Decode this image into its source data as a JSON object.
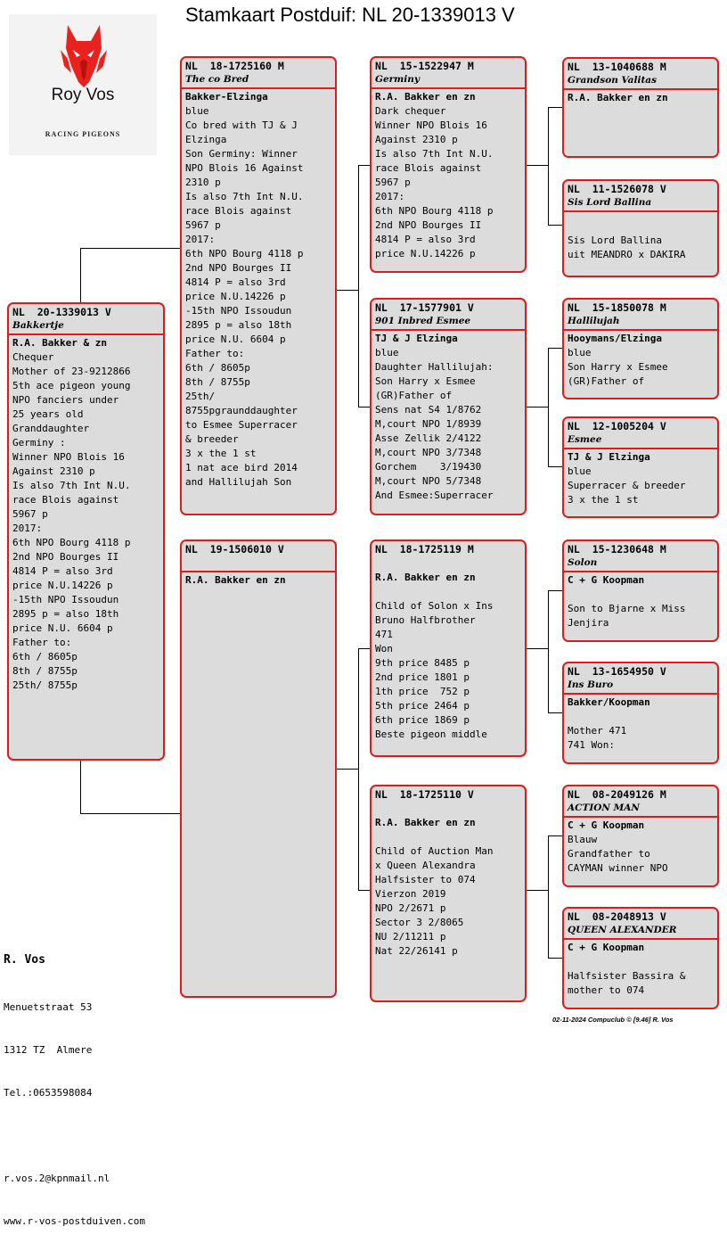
{
  "title": "Stamkaart Postduif: NL  20-1339013 V",
  "logo": {
    "name": "Roy Vos",
    "subtitle": "RACING PIGEONS"
  },
  "pigeons": {
    "main": {
      "ring": "NL  20-1339013 V",
      "name": "Bakkertje",
      "breeder": "R.A. Bakker & zn",
      "description": "Chequer\nMother of 23-9212866\n5th ace pigeon young\nNPO fanciers under\n25 years old\nGranddaughter\nGerminy :\nWinner NPO Blois 16\nAgainst 2310 p\nIs also 7th Int N.U.\nrace Blois against\n5967 p\n2017:\n6th NPO Bourg 4118 p\n2nd NPO Bourges II\n4814 P = also 3rd\nprice N.U.14226 p\n-15th NPO Issoudun\n2895 p = also 18th\nprice N.U. 6604 p\nFather to:\n6th / 8605p\n8th / 8755p\n25th/ 8755p"
    },
    "father": {
      "ring": "NL  18-1725160 M",
      "name": "The co Bred",
      "breeder": "Bakker-Elzinga",
      "description": "blue\nCo bred with TJ & J\nElzinga\nSon Germiny: Winner\nNPO Blois 16 Against\n2310 p\nIs also 7th Int N.U.\nrace Blois against\n5967 p\n2017:\n6th NPO Bourg 4118 p\n2nd NPO Bourges II\n4814 P = also 3rd\nprice N.U.14226 p\n-15th NPO Issoudun\n2895 p = also 18th\nprice N.U. 6604 p\nFather to:\n6th / 8605p\n8th / 8755p\n25th/\n8755pgraunddaughter\nto Esmee Superracer\n& breeder\n3 x the 1 st\n1 nat ace bird 2014\nand Hallilujah Son"
    },
    "mother": {
      "ring": "NL  19-1506010 V",
      "name": "",
      "breeder": "R.A. Bakker en zn",
      "description": ""
    },
    "ff": {
      "ring": "NL  15-1522947 M",
      "name": "Germiny",
      "breeder": "R.A. Bakker en zn",
      "description": "Dark chequer\nWinner NPO Blois 16\nAgainst 2310 p\nIs also 7th Int N.U.\nrace Blois against\n5967 p\n2017:\n6th NPO Bourg 4118 p\n2nd NPO Bourges II\n4814 P = also 3rd\nprice N.U.14226 p"
    },
    "fm": {
      "ring": "NL  17-1577901 V",
      "name": "901 Inbred Esmee",
      "breeder": "TJ & J Elzinga",
      "description": "blue\nDaughter Hallilujah:\nSon Harry x Esmee\n(GR)Father of\nSens nat S4 1/8762\nM,court NPO 1/8939\nAsse Zellik 2/4122\nM,court NPO 3/7348\nGorchem    3/19430\nM,court NPO 5/7348\nAnd Esmee:Superracer"
    },
    "mf": {
      "ring": "NL  18-1725119 M",
      "name": "",
      "breeder": "R.A. Bakker en zn",
      "description": "\nChild of Solon x Ins\nBruno Halfbrother\n471\nWon\n9th price 8485 p\n2nd price 1801 p\n1th price  752 p\n5th price 2464 p\n6th price 1869 p\nBeste pigeon middle"
    },
    "mm": {
      "ring": "NL  18-1725110 V",
      "name": "",
      "breeder": "R.A. Bakker en zn",
      "description": "\nChild of Auction Man\nx Queen Alexandra\nHalfsister to 074\nVierzon 2019\nNPO 2/2671 p\nSector 3 2/8065\nNU 2/11211 p\nNat 22/26141 p"
    },
    "fff": {
      "ring": "NL  13-1040688 M",
      "name": "Grandson Valitas",
      "breeder": "R.A. Bakker en zn",
      "description": ""
    },
    "ffm": {
      "ring": "NL  11-1526078 V",
      "name": "Sis Lord Ballina",
      "breeder": "",
      "description": "Sis Lord Ballina\nuit MEANDRO x DAKIRA"
    },
    "fmf": {
      "ring": "NL  15-1850078 M",
      "name": "Hallilujah",
      "breeder": "Hooymans/Elzinga",
      "description": "blue\nSon Harry x Esmee\n(GR)Father of"
    },
    "fmm": {
      "ring": "NL  12-1005204 V",
      "name": "Esmee",
      "breeder": "TJ & J Elzinga",
      "description": "blue\nSuperracer & breeder\n3 x the 1 st"
    },
    "mff": {
      "ring": "NL  15-1230648 M",
      "name": "Solon",
      "breeder": "C + G Koopman",
      "description": "\nSon to Bjarne x Miss\nJenjira"
    },
    "mfm": {
      "ring": "NL  13-1654950 V",
      "name": "Ins Buro",
      "breeder": "Bakker/Koopman",
      "description": "\nMother 471\n741 Won:"
    },
    "mmf": {
      "ring": "NL  08-2049126 M",
      "name": "ACTION MAN",
      "breeder": "C + G Koopman",
      "description": "Blauw\nGrandfather to\nCAYMAN winner NPO"
    },
    "mmm": {
      "ring": "NL  08-2048913 V",
      "name": "QUEEN ALEXANDER",
      "breeder": "C + G Koopman",
      "description": "\nHalfsister Bassira &\nmother to 074"
    }
  },
  "owner": {
    "name": "R. Vos",
    "street": "Menuetstraat 53",
    "city": "1312 TZ  Almere",
    "phone": "Tel.:0653598084",
    "email": "r.vos.2@kpnmail.nl",
    "website": "www.r-vos-postduiven.com"
  },
  "footer": {
    "text": "02-11-2024   Compuclub © [9.46]  R. Vos"
  },
  "colors": {
    "card_border": "#dd1c1c",
    "card_fill": "#dcdcdc",
    "logo_wolf": "#e8231f"
  }
}
